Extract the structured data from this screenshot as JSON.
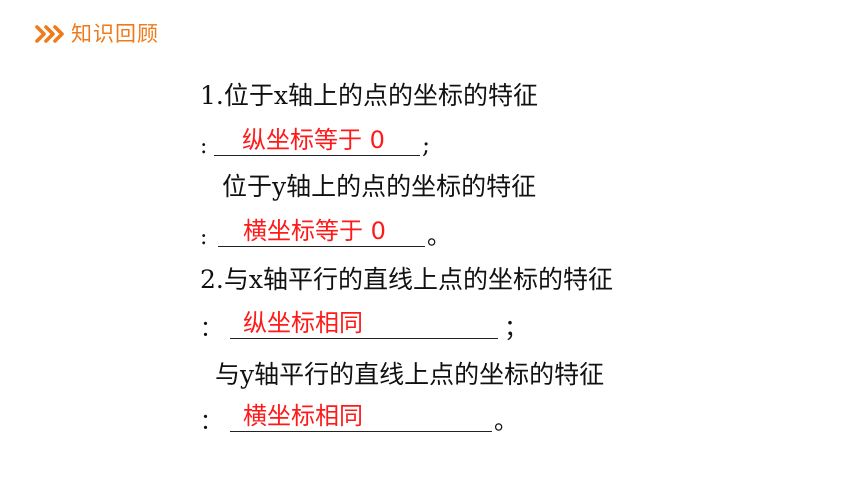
{
  "header": {
    "title": "知识回顾",
    "icon": "double-chevron-right-icon",
    "accent_color": "#f07a1a"
  },
  "questions": [
    {
      "prompt": "1.位于x轴上的点的坐标的特征",
      "colon": ":",
      "answer": "纵坐标等于 0",
      "tail": ";"
    },
    {
      "prompt": "位于y轴上的点的坐标的特征",
      "colon": ":",
      "answer": "横坐标等于 0",
      "tail": "。"
    },
    {
      "prompt": "2.与x轴平行的直线上点的坐标的特征",
      "colon": "：",
      "answer": "纵坐标相同",
      "tail": "；"
    },
    {
      "prompt": "与y轴平行的直线上点的坐标的特征",
      "colon": "：",
      "answer": "横坐标相同",
      "tail": "。"
    }
  ],
  "colors": {
    "answer": "#ff1a1a",
    "text": "#111111"
  }
}
